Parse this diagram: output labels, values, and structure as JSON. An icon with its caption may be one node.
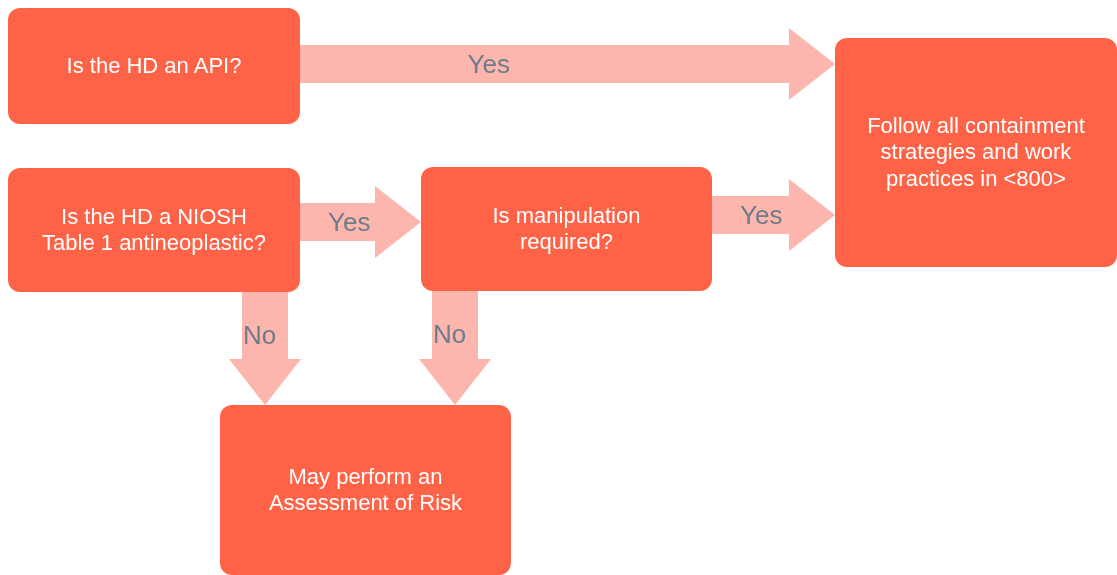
{
  "diagram": {
    "nodes": [
      {
        "text": [
          "Is the HD an API?"
        ]
      },
      {
        "text": [
          "Follow all containment strategies and work practices in <800>"
        ]
      },
      {
        "text": [
          "Is the HD a NIOSH Table 1 antineoplastic?"
        ]
      },
      {
        "text": [
          "Is manipulation required?"
        ]
      },
      {
        "text": [
          "May perform an Assessment of Risk"
        ]
      }
    ],
    "edges": [
      {
        "from": 0,
        "to": 1,
        "arrow": "to",
        "label": "Yes"
      },
      {
        "from": 2,
        "to": 3,
        "arrow": "to",
        "label": "Yes"
      },
      {
        "from": 3,
        "to": 1,
        "arrow": "to",
        "label": "Yes"
      },
      {
        "from": 2,
        "to": 4,
        "arrow": "to",
        "label": "No"
      },
      {
        "from": 3,
        "to": 4,
        "arrow": "to",
        "label": "No"
      }
    ]
  }
}
